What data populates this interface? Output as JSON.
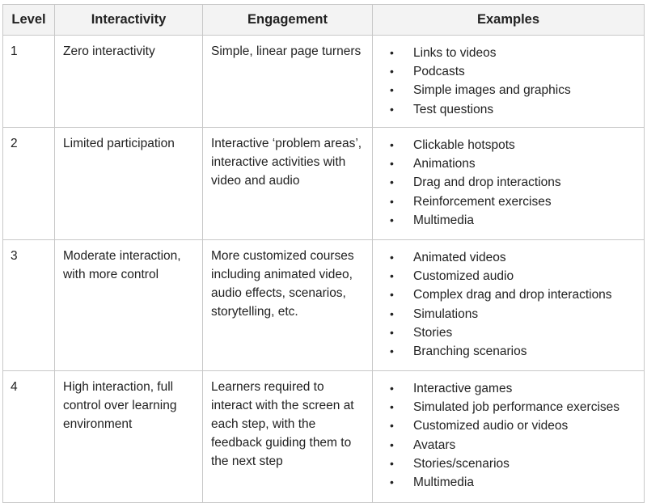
{
  "table": {
    "headers": [
      "Level",
      "Interactivity",
      "Engagement",
      "Examples"
    ],
    "bullet_glyph": "•",
    "rows": [
      {
        "level": "1",
        "interactivity": "Zero interactivity",
        "engagement": "Simple, linear page turners",
        "examples": [
          "Links to videos",
          "Podcasts",
          "Simple images and graphics",
          "Test questions"
        ]
      },
      {
        "level": "2",
        "interactivity": "Limited participation",
        "engagement": "Interactive ‘problem areas’, interactive activities with video and audio",
        "examples": [
          "Clickable hotspots",
          "Animations",
          "Drag and drop interactions",
          "Reinforcement exercises",
          "Multimedia"
        ]
      },
      {
        "level": "3",
        "interactivity": "Moderate interaction, with more control",
        "engagement": "More customized courses including animated video, audio effects, scenarios, storytelling, etc.",
        "examples": [
          "Animated videos",
          "Customized audio",
          "Complex drag and drop interactions",
          "Simulations",
          "Stories",
          "Branching scenarios"
        ]
      },
      {
        "level": "4",
        "interactivity": "High interaction, full control over learning environment",
        "engagement": "Learners required to interact with the screen at each step, with the feedback guiding them to the next step",
        "examples": [
          "Interactive games",
          "Simulated job performance exercises",
          "Customized audio or videos",
          "Avatars",
          "Stories/scenarios",
          "Multimedia"
        ]
      }
    ]
  }
}
